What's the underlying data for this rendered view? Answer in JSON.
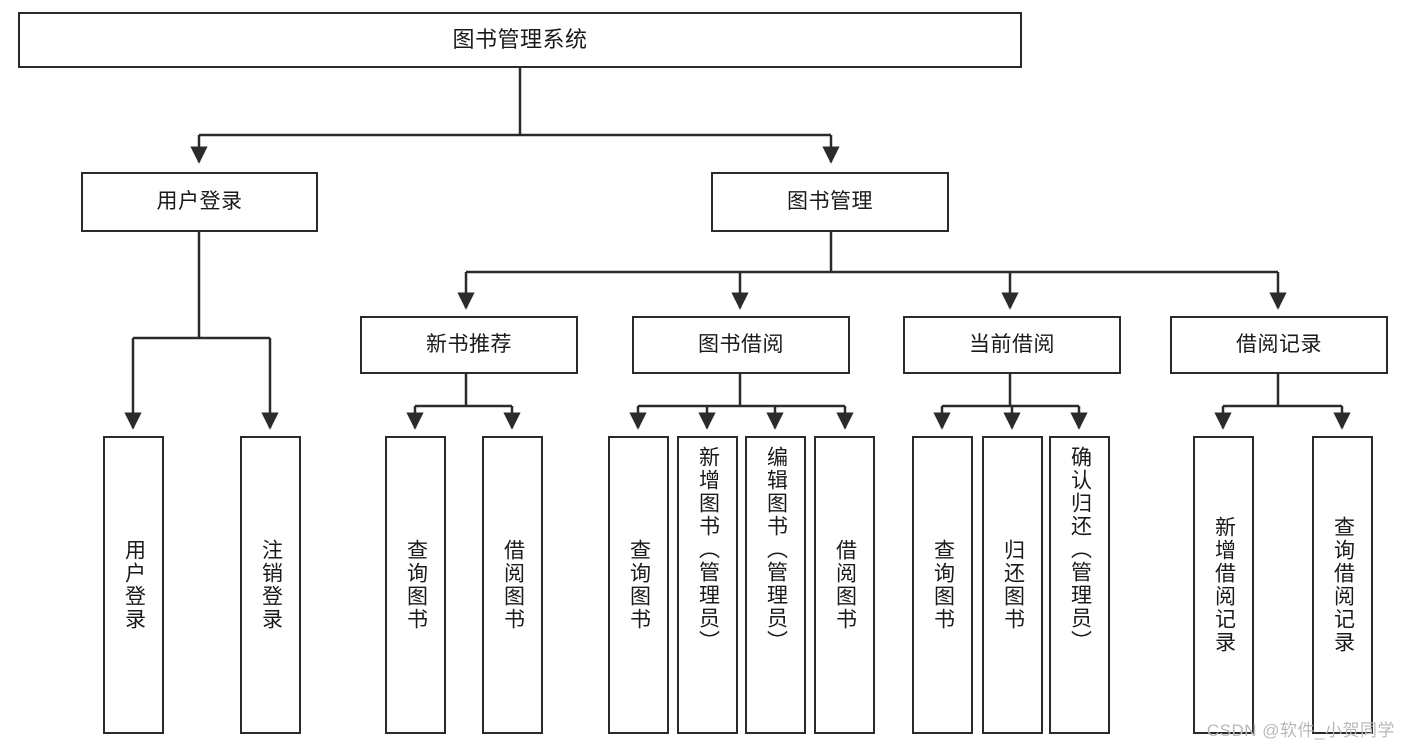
{
  "diagram": {
    "title": "图书管理系统",
    "type": "functional-decomposition-tree",
    "levels": 4,
    "nodes": {
      "root": {
        "label": "图书管理系统"
      },
      "l1": [
        {
          "id": "user-login",
          "label": "用户登录"
        },
        {
          "id": "book-management",
          "label": "图书管理"
        }
      ],
      "l2": [
        {
          "id": "new-book-recommend",
          "label": "新书推荐"
        },
        {
          "id": "book-borrow",
          "label": "图书借阅"
        },
        {
          "id": "current-borrow",
          "label": "当前借阅"
        },
        {
          "id": "borrow-record",
          "label": "借阅记录"
        }
      ],
      "leaves": [
        {
          "id": "leaf-user-login",
          "label": "用户登录",
          "parent": "user-login"
        },
        {
          "id": "leaf-logout-login",
          "label": "注销登录",
          "parent": "user-login"
        },
        {
          "id": "leaf-query-book-1",
          "label": "查询图书",
          "parent": "new-book-recommend"
        },
        {
          "id": "leaf-borrow-book-1",
          "label": "借阅图书",
          "parent": "new-book-recommend"
        },
        {
          "id": "leaf-query-book-2",
          "label": "查询图书",
          "parent": "book-borrow"
        },
        {
          "id": "leaf-add-book",
          "label": "新增图书（管理员）",
          "parent": "book-borrow"
        },
        {
          "id": "leaf-edit-book",
          "label": "编辑图书（管理员）",
          "parent": "book-borrow"
        },
        {
          "id": "leaf-borrow-book-2",
          "label": "借阅图书",
          "parent": "book-borrow"
        },
        {
          "id": "leaf-query-book-3",
          "label": "查询图书",
          "parent": "current-borrow"
        },
        {
          "id": "leaf-return-book",
          "label": "归还图书",
          "parent": "current-borrow"
        },
        {
          "id": "leaf-confirm-return",
          "label": "确认归还（管理员）",
          "parent": "current-borrow"
        },
        {
          "id": "leaf-add-record",
          "label": "新增借阅记录",
          "parent": "borrow-record"
        },
        {
          "id": "leaf-query-record",
          "label": "查询借阅记录",
          "parent": "borrow-record"
        }
      ]
    },
    "colors": {
      "stroke": "#2b2b2b",
      "fill": "#ffffff",
      "text": "#1a1a1a",
      "watermark": "#b9b9b9"
    }
  },
  "watermark": {
    "text": "CSDN @软件_小贺同学"
  }
}
